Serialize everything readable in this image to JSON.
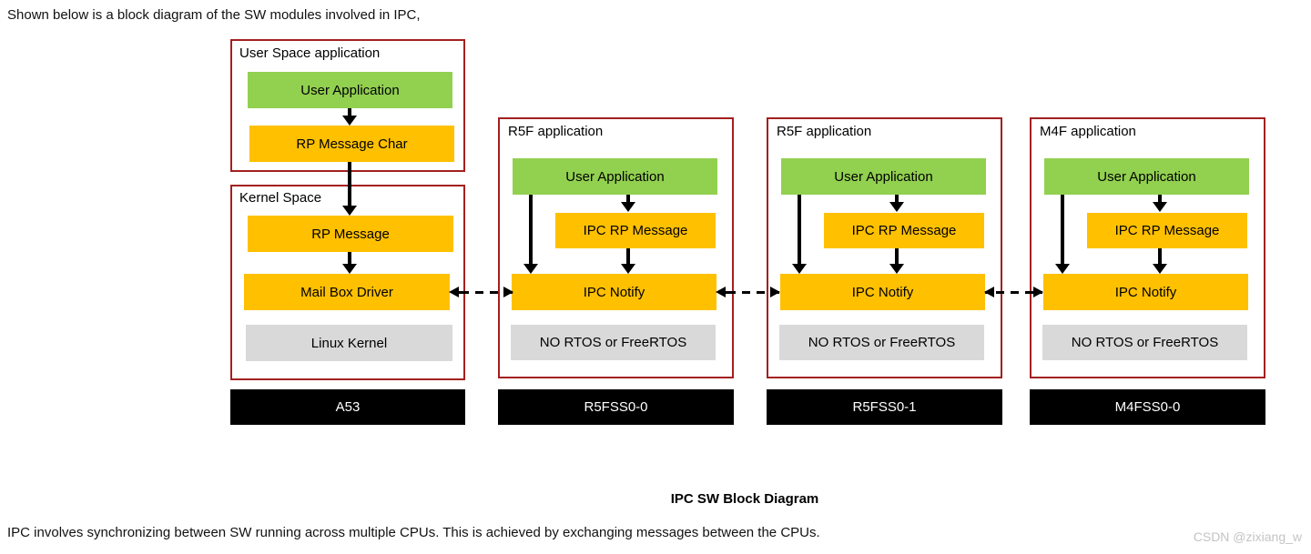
{
  "page": {
    "intro_text": "Shown below is a block diagram of the SW modules involved in IPC,",
    "caption": "IPC SW Block Diagram",
    "footer_text": "IPC involves synchronizing between SW running across multiple CPUs. This is achieved by exchanging messages between the CPUs.",
    "watermark": "CSDN @zixiang_w"
  },
  "colors": {
    "user_app_green": "#92d050",
    "ipc_orange": "#ffc000",
    "os_gray": "#d9d9d9",
    "container_border_red": "#a32020",
    "cpu_bar_black": "#000000",
    "arrow_black": "#000000"
  },
  "columns": [
    {
      "cpu": "A53",
      "user_space": {
        "title": "User Space application",
        "user_app": "User Application",
        "rp_message_char": "RP Message Char"
      },
      "kernel_space": {
        "title": "Kernel Space",
        "rp_message": "RP Message",
        "mailbox_driver": "Mail Box Driver",
        "os": "Linux Kernel"
      }
    },
    {
      "cpu": "R5FSS0-0",
      "title": "R5F application",
      "user_app": "User Application",
      "ipc_rp_message": "IPC RP Message",
      "ipc_notify": "IPC Notify",
      "os": "NO RTOS or FreeRTOS"
    },
    {
      "cpu": "R5FSS0-1",
      "title": "R5F application",
      "user_app": "User Application",
      "ipc_rp_message": "IPC RP Message",
      "ipc_notify": "IPC Notify",
      "os": "NO RTOS or FreeRTOS"
    },
    {
      "cpu": "M4FSS0-0",
      "title": "M4F application",
      "user_app": "User Application",
      "ipc_rp_message": "IPC RP Message",
      "ipc_notify": "IPC Notify",
      "os": "NO RTOS or FreeRTOS"
    }
  ]
}
